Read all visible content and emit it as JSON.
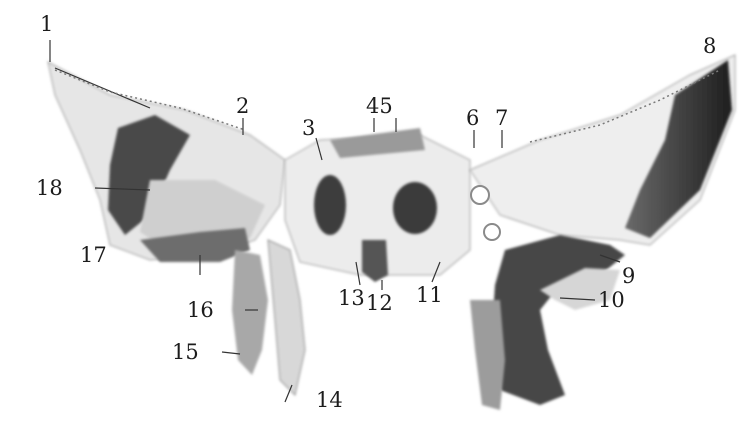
{
  "labels": {
    "l1": "1",
    "l2": "2",
    "l3": "3",
    "l45": "45",
    "l6": "6",
    "l7": "7",
    "l8": "8",
    "l9": "9",
    "l10": "10",
    "l11": "11",
    "l12": "12",
    "l13": "13",
    "l14": "14",
    "l15": "15",
    "l16": "16",
    "l17": "17",
    "l18": "18"
  }
}
